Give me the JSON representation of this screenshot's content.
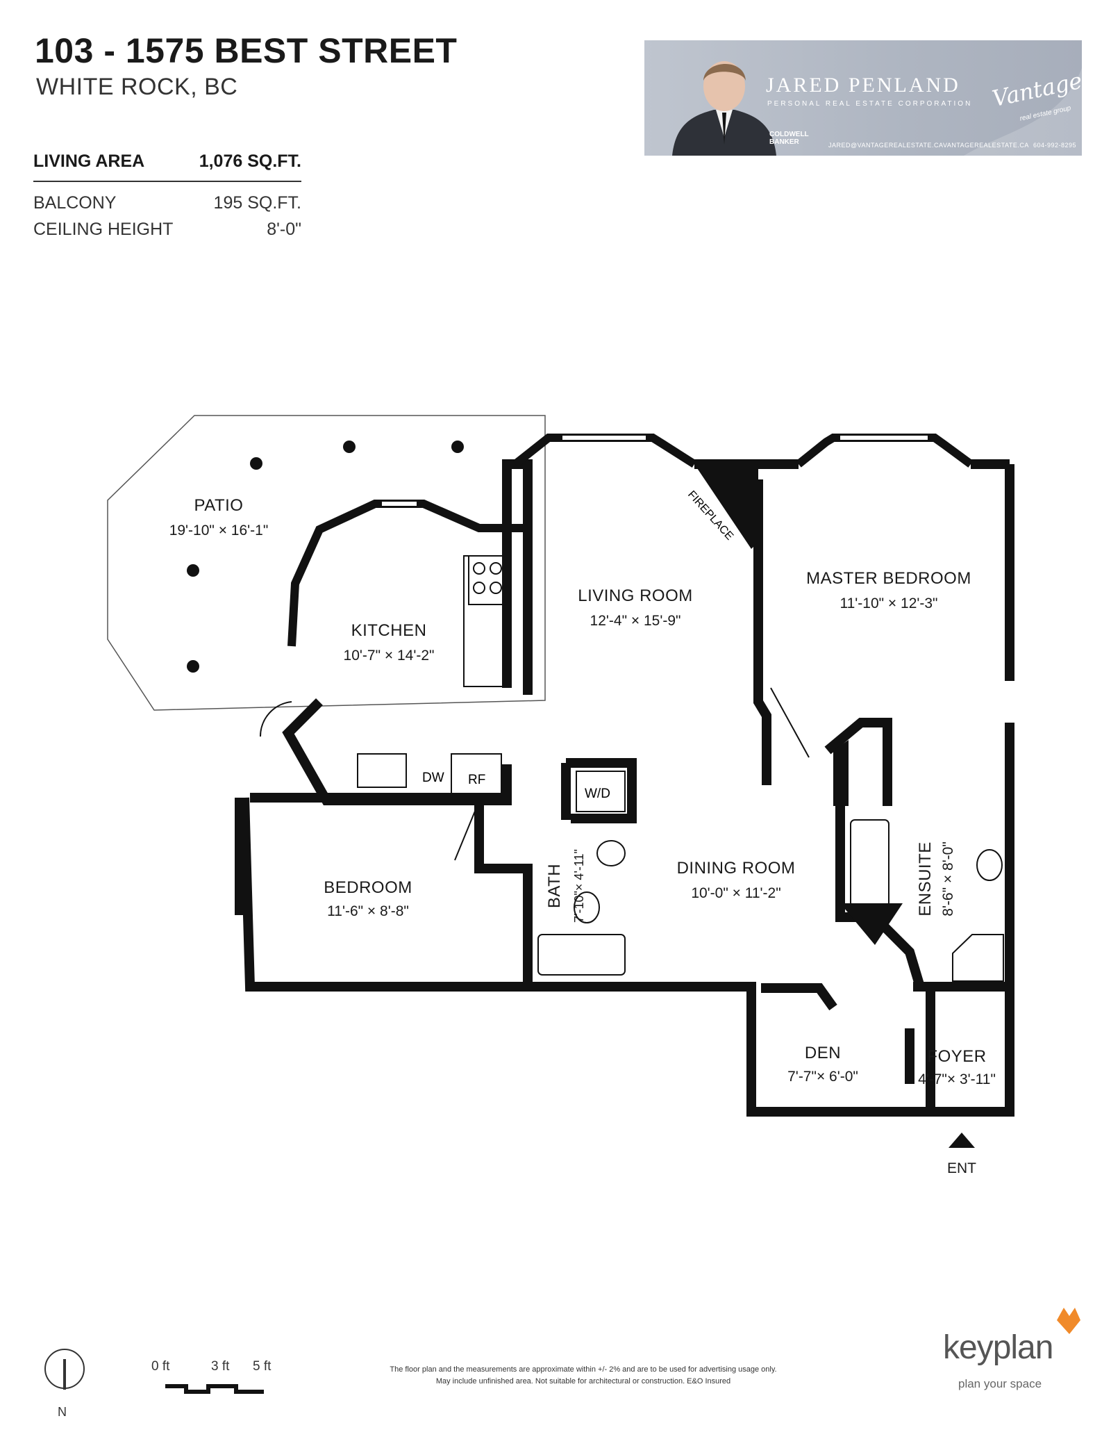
{
  "header": {
    "title": "103 - 1575 BEST STREET",
    "subtitle": "WHITE ROCK, BC"
  },
  "stats": {
    "living_area_label": "LIVING AREA",
    "living_area_value": "1,076 SQ.FT.",
    "balcony_label": "BALCONY",
    "balcony_value": "195 SQ.FT.",
    "ceiling_label": "CEILING HEIGHT",
    "ceiling_value": "8'-0\""
  },
  "banner": {
    "agent_name": "JARED PENLAND",
    "agent_title": "PERSONAL REAL ESTATE CORPORATION",
    "brokerage": "COLDWELL BANKER",
    "email": "JARED@VANTAGEREALESTATE.CA",
    "website": "VANTAGEREALESTATE.CA",
    "phone": "604-992-8295",
    "logo_text": "Vantage",
    "logo_subtext": "real estate group"
  },
  "rooms": {
    "patio": {
      "name": "PATIO",
      "dims": "19'-10\" × 16'-1\""
    },
    "kitchen": {
      "name": "KITCHEN",
      "dims": "10'-7\" × 14'-2\""
    },
    "living": {
      "name": "LIVING ROOM",
      "dims": "12'-4\" × 15'-9\""
    },
    "master": {
      "name": "MASTER BEDROOM",
      "dims": "11'-10\" × 12'-3\""
    },
    "bedroom": {
      "name": "BEDROOM",
      "dims": "11'-6\" × 8'-8\""
    },
    "bath": {
      "name": "BATH",
      "dims": "7'-10\"× 4'-11\""
    },
    "dining": {
      "name": "DINING ROOM",
      "dims": "10'-0\" × 11'-2\""
    },
    "ensuite": {
      "name": "ENSUITE",
      "dims": "8'-6\" × 8'-0\""
    },
    "den": {
      "name": "DEN",
      "dims": "7'-7\"× 6'-0\""
    },
    "foyer": {
      "name": "FOYER",
      "dims": "4'-7\"× 3'-11\""
    }
  },
  "fixtures": {
    "fireplace": "FIREPLACE",
    "dishwasher": "DW",
    "fridge": "RF",
    "washer_dryer": "W/D",
    "entrance": "ENT"
  },
  "footer": {
    "north": "N",
    "scale_0": "0 ft",
    "scale_3": "3 ft",
    "scale_5": "5 ft",
    "disclaimer_1": "The floor plan and the measurements are approximate within +/- 2% and are to be used for advertising usage only.",
    "disclaimer_2": "May include unfinished area. Not suitable for architectural or construction. E&O Insured",
    "brand": "keyplan",
    "tagline": "plan your space"
  }
}
